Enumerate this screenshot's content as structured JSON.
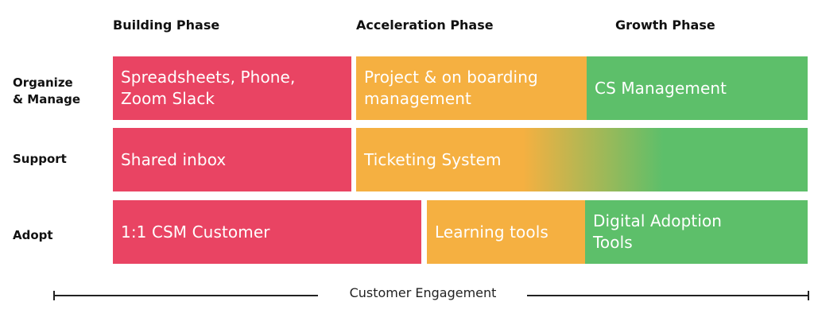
{
  "phases": {
    "building": "Building Phase",
    "acceleration": "Acceleration Phase",
    "growth": "Growth Phase"
  },
  "rows": {
    "organize": "Organize\n& Manage",
    "support": "Support",
    "adopt": "Adopt"
  },
  "cells": {
    "spreadsheets": "Spreadsheets, Phone,\nZoom Slack",
    "project_onboarding": "Project & on boarding\nmanagement",
    "cs_management": "CS Management",
    "shared_inbox": "Shared inbox",
    "ticketing_system": "Ticketing System",
    "csm_customer": "1:1 CSM Customer",
    "learning_tools": "Learning tools",
    "digital_adoption": "Digital Adoption\nTools"
  },
  "axis": {
    "label": "Customer Engagement"
  },
  "colors": {
    "building": "#e94463",
    "acceleration": "#f5b041",
    "growth": "#5dbf6a"
  }
}
